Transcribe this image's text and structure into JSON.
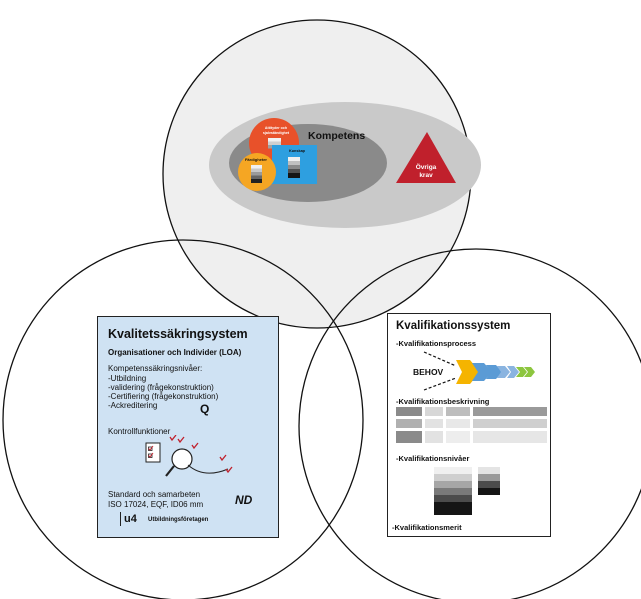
{
  "top": {
    "competence_title": "Kompetens",
    "other_requirements": [
      "Övriga",
      "krav"
    ],
    "sub_circles": {
      "attitude": [
        "Attityder och",
        "sjalvständighet"
      ],
      "skills": "Färdigheter",
      "knowledge": "Kunskap"
    }
  },
  "quality_system": {
    "title": "Kvalitetssäkringsystem",
    "subtitle": "Organisationer och Individer (LOA)",
    "levels_heading": "Kompetenssäkringsnivåer:",
    "levels": [
      "-Utbildning",
      "-validering (frågekonstruktion)",
      "-Certifiering (frågekonstruktion)",
      "-Ackreditering"
    ],
    "control_label": "Kontrollfunktioner",
    "standards": [
      "Standard och samarbeten",
      "ISO 17024, EQF, ID06 mm"
    ],
    "training_companies": "Utbildningsföretagen",
    "logo_q": "Q",
    "logo_nd": "ND",
    "logo_u": "u4"
  },
  "qualification_system": {
    "title": "Kvalifikationssystem",
    "process": "-Kvalifikationsprocess",
    "need": "BEHOV",
    "description": "-Kvalifikationsbeskrivning",
    "levels": "-Kvalifikationsnivåer",
    "merit": "-Kvalifikationsmerit"
  },
  "colors": {
    "outline": "#111111",
    "top_circle_fill": "#efefef",
    "outer_ellipse": "#c9c9c9",
    "inner_ellipse": "#8a8a8a",
    "attitude": "#e8512a",
    "skills": "#f5a623",
    "knowledge": "#2e9fe0",
    "triangle": "#c0202c",
    "qa_panel": "#cfe2f3",
    "arrow_main": "#f5b400",
    "arrow_blue": "#5b9bd5",
    "arrow_green": "#8dc63f"
  }
}
